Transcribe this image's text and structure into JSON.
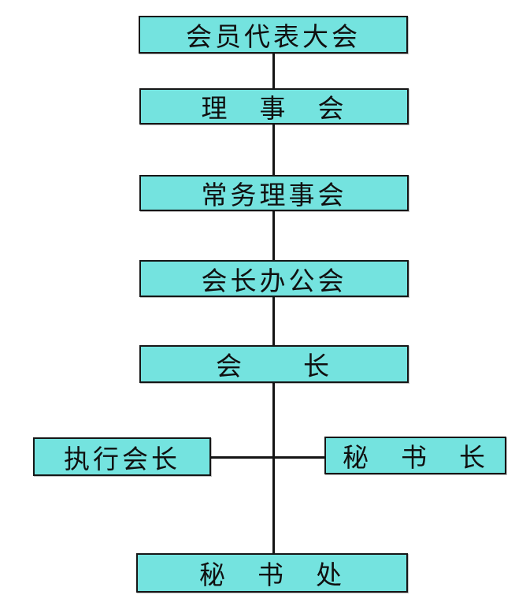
{
  "diagram": {
    "type": "org-chart",
    "background_color": "#ffffff",
    "box_fill_color": "#74E3DF",
    "box_border_color": "#161616",
    "connector_color": "#141414",
    "text_color": "#101010",
    "nodes": [
      {
        "id": "members-congress",
        "label": "会员代表大会",
        "level": 1
      },
      {
        "id": "council",
        "label": "理　事　会",
        "level": 2
      },
      {
        "id": "standing-council",
        "label": "常务理事会",
        "level": 3
      },
      {
        "id": "president-office",
        "label": "会长办公会",
        "level": 4
      },
      {
        "id": "president",
        "label": "会　　长",
        "level": 5
      },
      {
        "id": "executive-president",
        "label": "执行会长",
        "level": 6
      },
      {
        "id": "secretary-general",
        "label": "秘　书　长",
        "level": 6
      },
      {
        "id": "secretariat",
        "label": "秘　书　处",
        "level": 7
      }
    ],
    "edges": [
      "members-congress → council",
      "council → standing-council",
      "standing-council → president-office",
      "president-office → president",
      "president → executive-president",
      "president → secretary-general",
      "president → secretariat"
    ]
  }
}
